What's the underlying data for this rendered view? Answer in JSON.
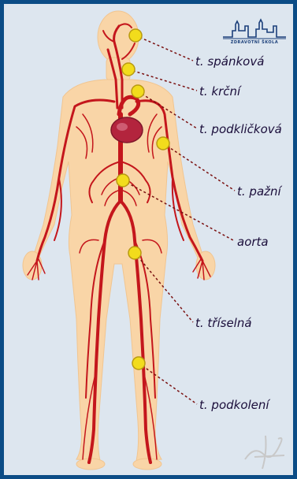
{
  "labels": {
    "temporal": "t. spánková",
    "carotid": "t. krční",
    "subclavian": "t. podkličková",
    "brachial": "t. pažní",
    "aorta": "aorta",
    "femoral": "t. tříselná",
    "popliteal": "t. podkolení"
  },
  "logo_text": "ZDRAVOTNÍ ŠKOLA",
  "colors": {
    "background": "#0b4c86",
    "panel": "#dde6ef",
    "skin": "#f9d5a7",
    "artery": "#c4161c",
    "heart": "#b3243d",
    "pulse_dot": "#f2dc1c",
    "leader": "#7a1010",
    "label_text": "#1a0d3a"
  }
}
